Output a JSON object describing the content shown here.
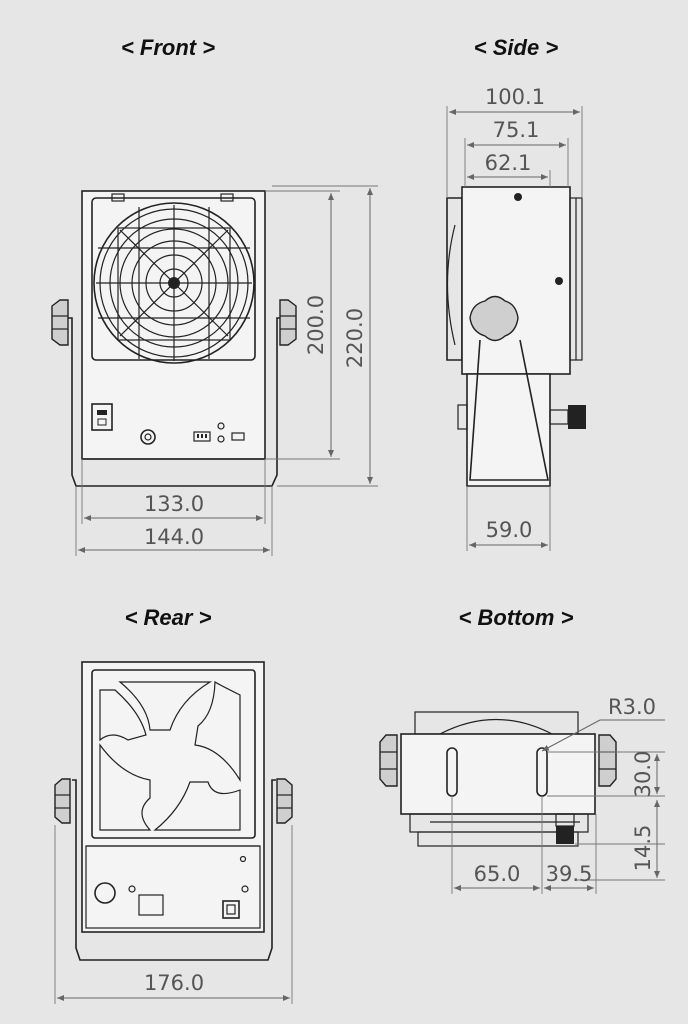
{
  "views": {
    "front": {
      "title": "< Front >",
      "dims": {
        "height_inner": "200.0",
        "height_outer": "220.0",
        "width_inner": "133.0",
        "width_outer": "144.0"
      }
    },
    "side": {
      "title": "< Side >",
      "dims": {
        "d1": "100.1",
        "d2": "75.1",
        "d3": "62.1",
        "base": "59.0"
      }
    },
    "rear": {
      "title": "< Rear >",
      "dims": {
        "width": "176.0"
      }
    },
    "bottom": {
      "title": "< Bottom >",
      "dims": {
        "radius": "R3.0",
        "slot": "30.0",
        "offset": "14.5",
        "x1": "65.0",
        "x2": "39.5"
      }
    }
  },
  "colors": {
    "background": "#e6e6e6",
    "line": "#222222",
    "dimension": "#555555"
  }
}
